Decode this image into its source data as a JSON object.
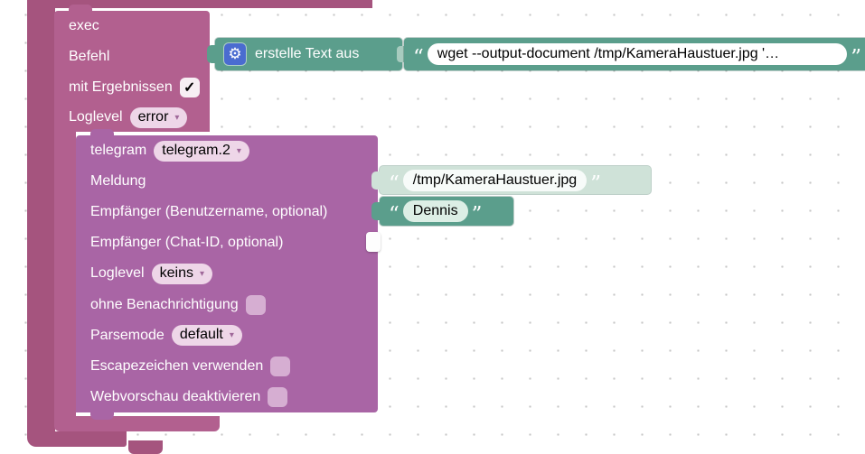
{
  "colors": {
    "outer_block": "#a5547e",
    "exec_block": "#b2608f",
    "telegram_block": "#a965a5",
    "text_block": "#5b9e8c",
    "text_shadow_block": "#cfe2d8",
    "gear_icon_bg": "#4a6cd0",
    "grid_dot": "#c6c6c6"
  },
  "ui": {
    "dropdown_arrow": "▾",
    "open_quote": "“",
    "close_quote": "”",
    "gear_glyph": "⚙",
    "checkmark": "✓"
  },
  "exec_block": {
    "title": "exec",
    "command_label": "Befehl",
    "with_results_label": "mit Ergebnissen",
    "with_results_checked": "✓",
    "loglevel_label": "Loglevel",
    "loglevel_value": "error"
  },
  "text_join_block": {
    "label": "erstelle Text aus"
  },
  "command_text_block": {
    "value": "wget --output-document /tmp/KameraHaustuer.jpg '…"
  },
  "telegram_block": {
    "title": "telegram",
    "instance_value": "telegram.2",
    "message_label": "Meldung",
    "username_label": "Empfänger (Benutzername, optional)",
    "chatid_label": "Empfänger (Chat-ID, optional)",
    "loglevel_label": "Loglevel",
    "loglevel_value": "keins",
    "no_notification_label": "ohne Benachrichtigung",
    "parsemode_label": "Parsemode",
    "parsemode_value": "default",
    "escape_label": "Escapezeichen verwenden",
    "webpreview_label": "Webvorschau deaktivieren"
  },
  "message_text_block": {
    "value": "/tmp/KameraHaustuer.jpg"
  },
  "username_text_block": {
    "value": "Dennis"
  }
}
